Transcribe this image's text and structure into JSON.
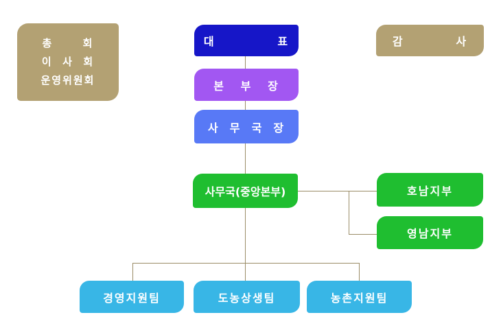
{
  "chart_type": "org-chart",
  "colors": {
    "tan": "#B3A173",
    "dark_blue": "#1616C8",
    "purple": "#A257F2",
    "blue": "#5879F6",
    "green": "#1FBE30",
    "light_blue": "#38B6E6",
    "connector_line": "#9A8C66",
    "label_text": "#FFFFFF",
    "background": "#FFFFFF"
  },
  "nodes": {
    "assembly": {
      "lines": [
        "총      회",
        "이  사  회",
        "운영위원회"
      ]
    },
    "ceo": {
      "label": "대            표"
    },
    "auditor": {
      "label": "감          사"
    },
    "hq_director": {
      "label": "본   부   장"
    },
    "secretary_general": {
      "label": "사  무  국  장"
    },
    "secretariat": {
      "label": "사무국(중앙본부)"
    },
    "honam_branch": {
      "label": "호남지부"
    },
    "yeongnam_branch": {
      "label": "영남지부"
    },
    "mgmt_support_team": {
      "label": "경영지원팀"
    },
    "urban_rural_team": {
      "label": "도농상생팀"
    },
    "rural_support_team": {
      "label": "농촌지원팀"
    }
  }
}
